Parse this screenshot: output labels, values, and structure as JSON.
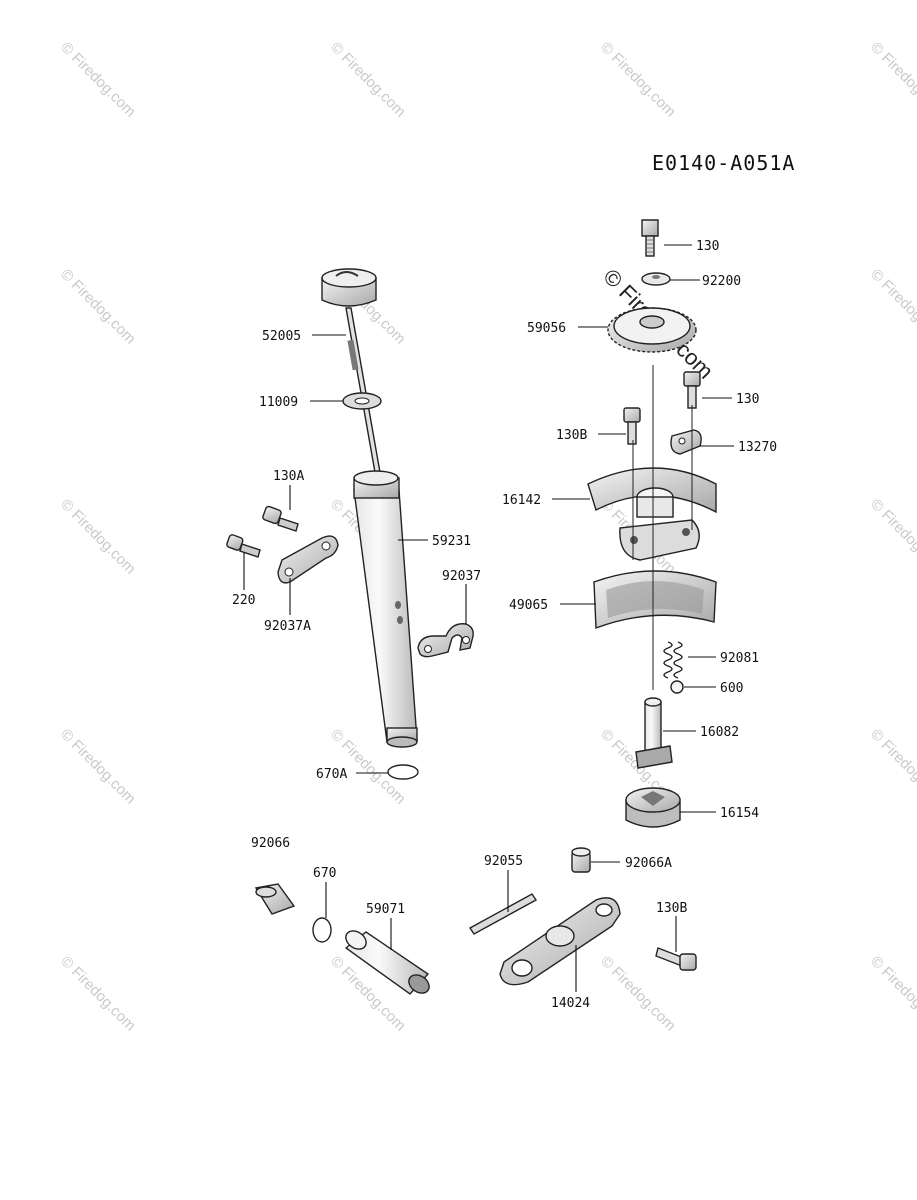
{
  "diagram_code": "E0140-A051A",
  "watermark": "© Firedog.com",
  "labels": {
    "p130_top": "130",
    "p92200": "92200",
    "p59056": "59056",
    "p130_mid": "130",
    "p130B_left": "130B",
    "p13270": "13270",
    "p16142": "16142",
    "p49065": "49065",
    "p92081": "92081",
    "p600": "600",
    "p16082": "16082",
    "p16154": "16154",
    "p52005": "52005",
    "p11009": "11009",
    "p130A": "130A",
    "p59231": "59231",
    "p220": "220",
    "p92037A": "92037A",
    "p92037": "92037",
    "p670A": "670A",
    "p92066": "92066",
    "p670": "670",
    "p59071": "59071",
    "p92055": "92055",
    "p92066A": "92066A",
    "p130B_right": "130B",
    "p14024": "14024"
  }
}
